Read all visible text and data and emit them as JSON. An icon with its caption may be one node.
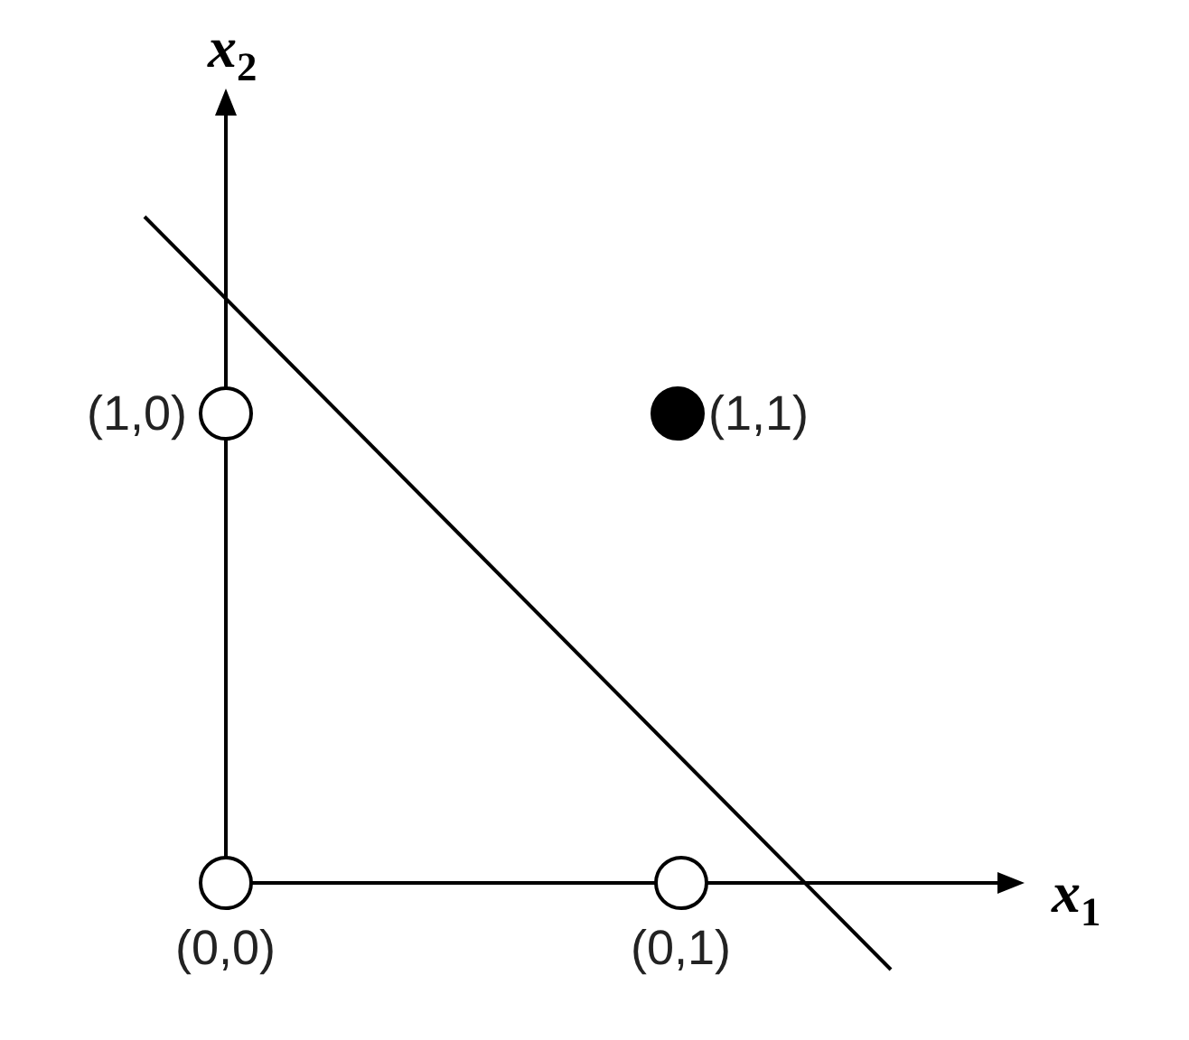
{
  "diagram": {
    "nodes": [
      {
        "text": [],
        "shape": "circle",
        "beside": [
          "(1,0)"
        ]
      },
      {
        "text": [],
        "shape": "dot",
        "beside": [
          "(1,1)"
        ]
      },
      {
        "text": [],
        "shape": "circle",
        "beside": [
          "(0,0)"
        ]
      },
      {
        "text": [],
        "shape": "circle",
        "beside": [
          "(0,1)"
        ]
      }
    ],
    "edges": [],
    "labels": [
      "x$_{2}$",
      "x$_{1}$"
    ]
  }
}
